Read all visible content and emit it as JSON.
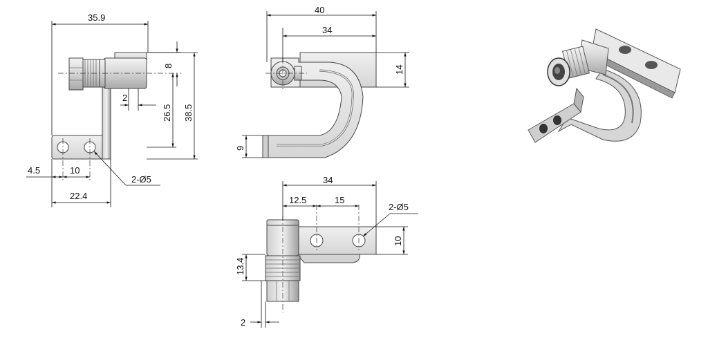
{
  "dimensions": {
    "side_view": {
      "overall_width": "35.9",
      "flange_thickness": "8",
      "lip": "2",
      "height_to_axis": "26.5",
      "overall_height": "38.5",
      "edge_offset": "4.5",
      "hole_pitch": "10",
      "base_length": "22.4",
      "holes": "2-Ø5"
    },
    "front_view": {
      "overall_width": "40",
      "arm_width": "34",
      "top_height": "14",
      "bottom_height": "9"
    },
    "top_view": {
      "overall_width": "34",
      "hole_offset": "12.5",
      "hole_pitch": "15",
      "holes": "2-Ø5",
      "plate_height": "10",
      "thread_height": "13.4",
      "lip": "2"
    }
  },
  "colors": {
    "line": "#111111",
    "metal_light": "#e6e6e6",
    "metal_mid": "#c2c2c2",
    "metal_dark": "#555555"
  }
}
